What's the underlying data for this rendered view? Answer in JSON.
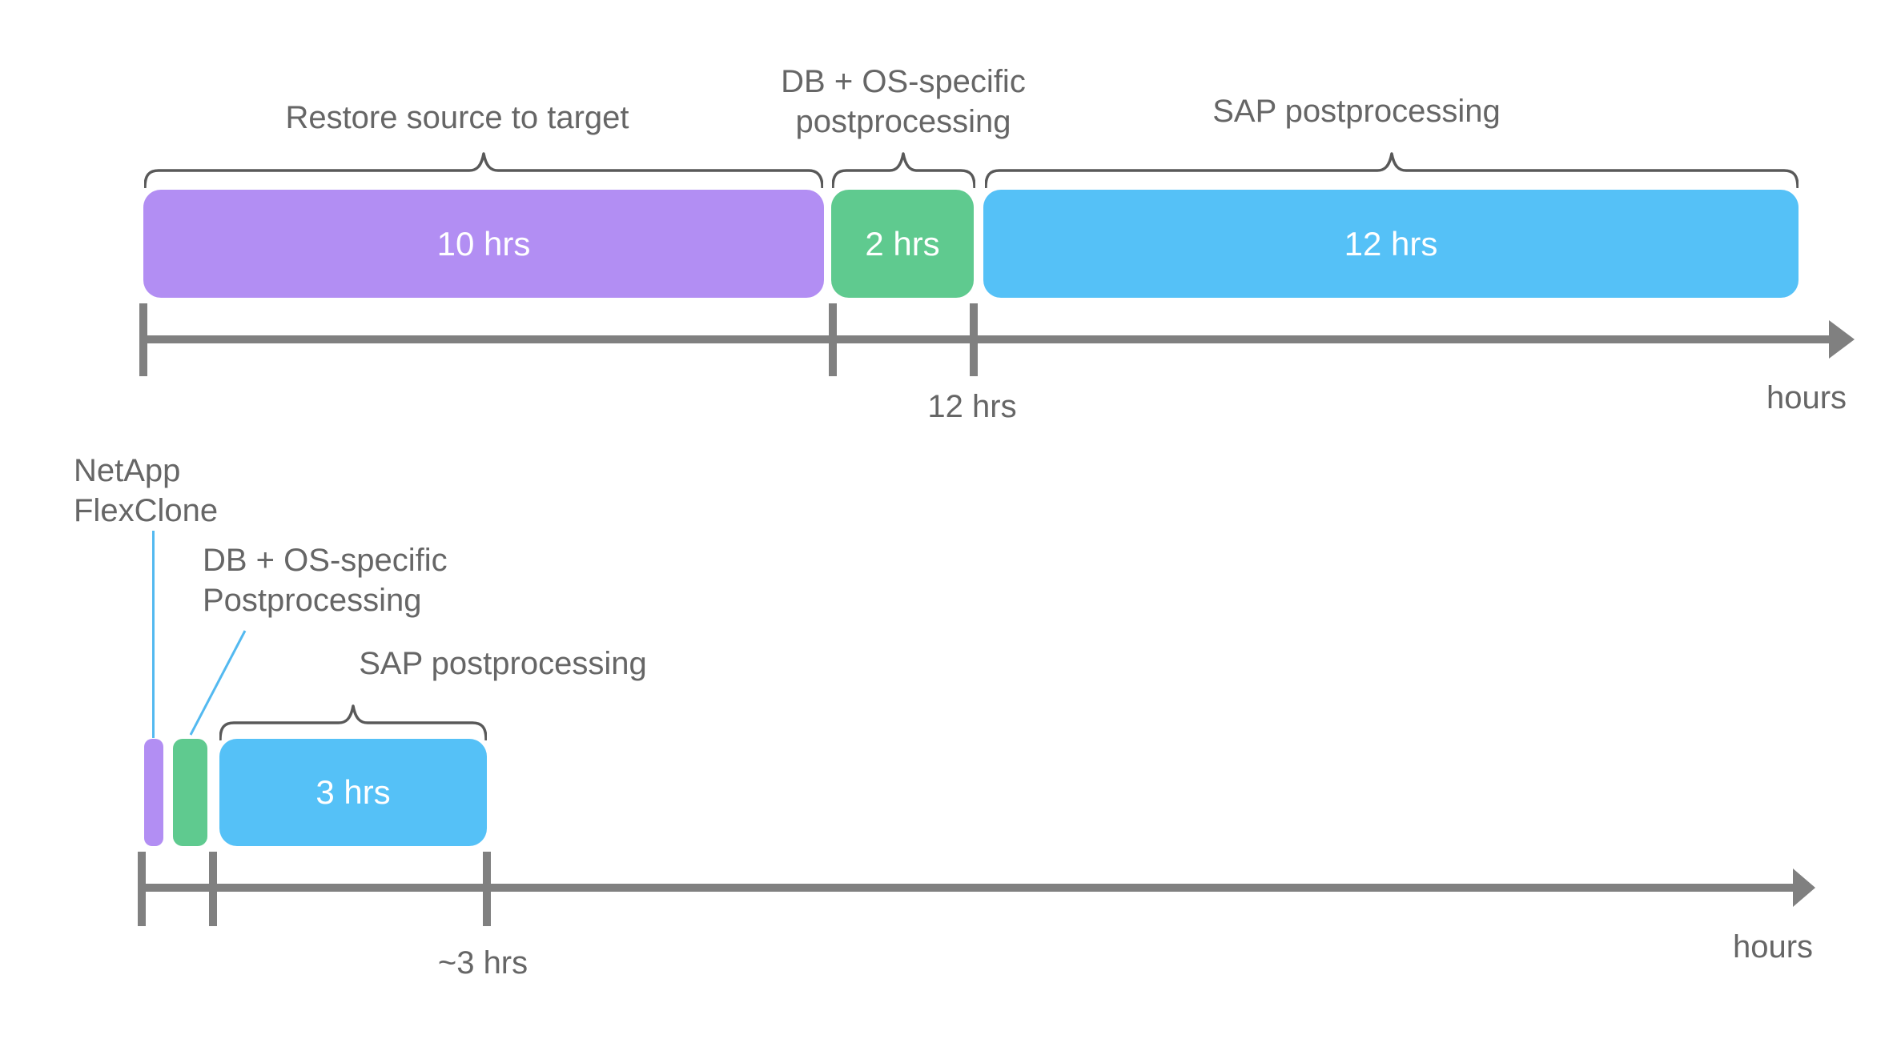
{
  "colors": {
    "purple": "#b28ef3",
    "green": "#5fca8f",
    "blue": "#55c1f7",
    "axis": "#808080",
    "brace": "#595959",
    "label": "#666666",
    "leader": "#53b9f0",
    "bar_text": "#ffffff",
    "background": "#ffffff"
  },
  "top_timeline": {
    "labels": {
      "restore": "Restore source to target",
      "db_os": "DB + OS-specific\npostprocessing",
      "sap": "SAP postprocessing"
    },
    "bars": {
      "restore": "10 hrs",
      "db_os": "2 hrs",
      "sap": "12 hrs"
    },
    "axis": {
      "total": "12 hrs",
      "unit": "hours"
    }
  },
  "bottom_timeline": {
    "labels": {
      "flexclone": "NetApp\nFlexClone",
      "db_os": "DB + OS-specific\nPostprocessing",
      "sap": "SAP postprocessing"
    },
    "bars": {
      "sap": "3 hrs"
    },
    "axis": {
      "total": "~3 hrs",
      "unit": "hours"
    }
  }
}
